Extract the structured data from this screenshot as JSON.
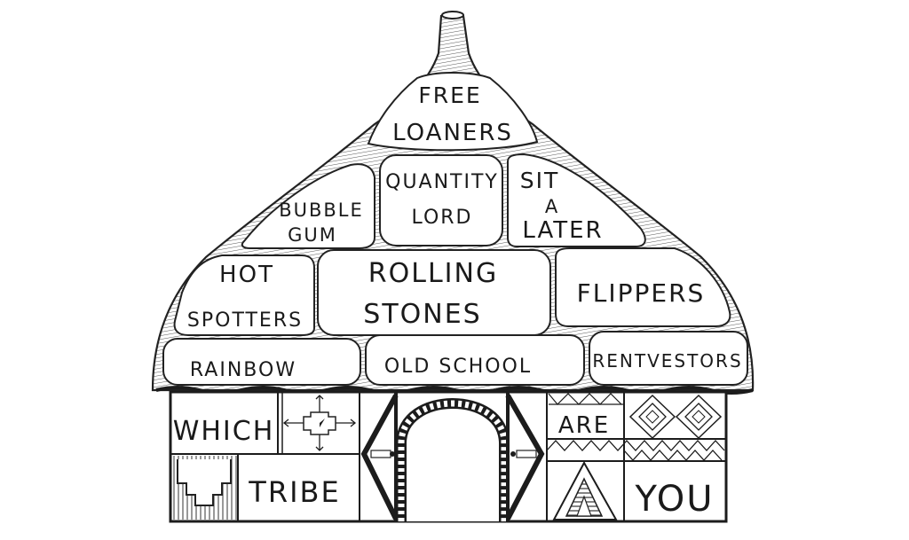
{
  "illustration": {
    "subject": "hand-drawn thatched hut divided into labeled segments",
    "roof_segments": [
      {
        "id": "free-loaners",
        "lines": [
          "FREE",
          "LOANERS"
        ]
      },
      {
        "id": "bubble-gum",
        "lines": [
          "BUBBLE",
          "GUM"
        ]
      },
      {
        "id": "quantity-lord",
        "lines": [
          "QUANTITY",
          "LORD"
        ]
      },
      {
        "id": "sit-a-later",
        "lines": [
          "SIT",
          "A",
          "LATER"
        ]
      },
      {
        "id": "hot-spotters",
        "lines": [
          "HOT",
          "SPOTTERS"
        ]
      },
      {
        "id": "rolling-stones",
        "lines": [
          "ROLLING",
          "STONES"
        ]
      },
      {
        "id": "flippers",
        "lines": [
          "FLIPPERS"
        ]
      },
      {
        "id": "rainbow",
        "lines": [
          "RAINBOW"
        ]
      },
      {
        "id": "old-school",
        "lines": [
          "OLD SCHOOL"
        ]
      },
      {
        "id": "rentvestors",
        "lines": [
          "RENTVESTORS"
        ]
      }
    ],
    "wall_words": {
      "which": "WHICH",
      "tribe": "TRIBE",
      "are": "ARE",
      "you": "YOU"
    },
    "colors": {
      "ink": "#1c1c1c",
      "paper": "#ffffff"
    }
  }
}
